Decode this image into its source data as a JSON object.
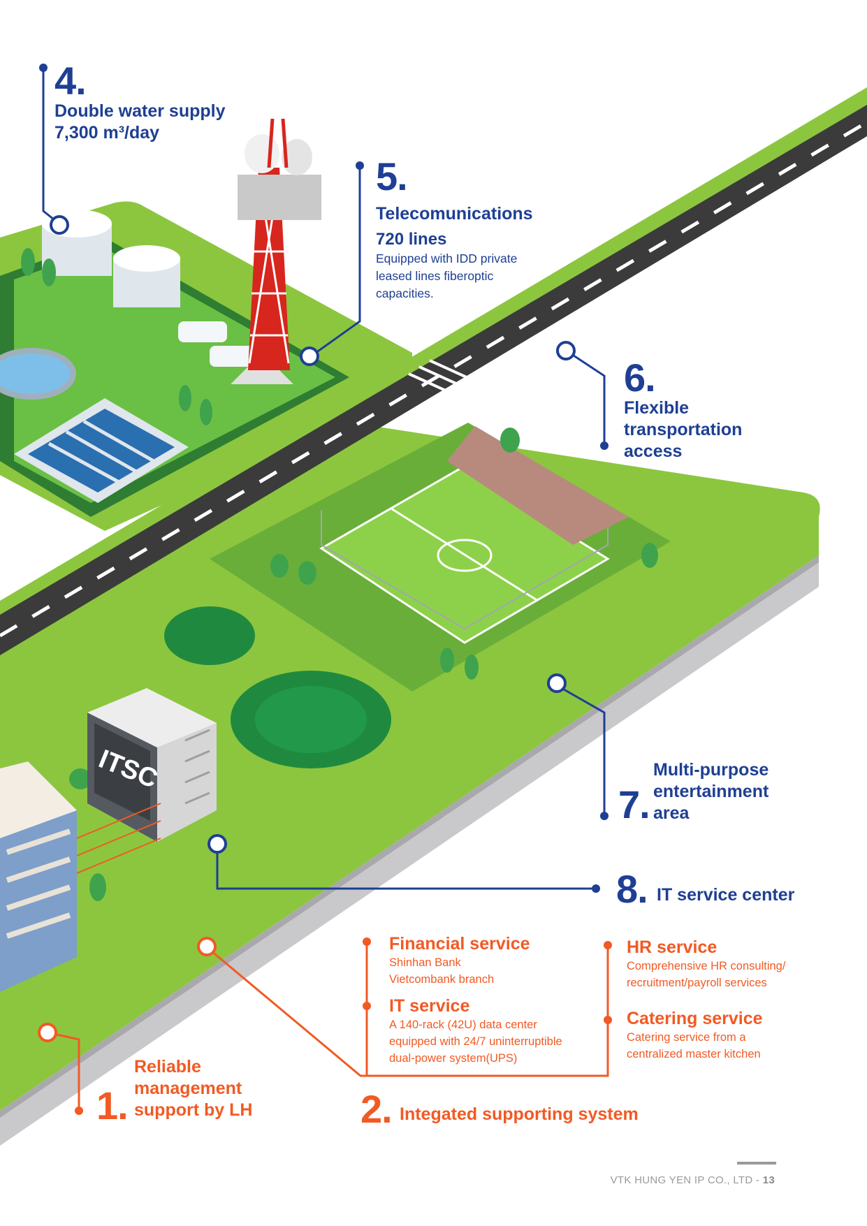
{
  "colors": {
    "blue": "#1e3f93",
    "orange": "#f15a24",
    "grass": "#8cc63f",
    "road": "#3b3b3b"
  },
  "item4": {
    "number": "4.",
    "line1": "Double water supply",
    "line2": "7,300 m³/day"
  },
  "item5": {
    "number": "5.",
    "title": "Telecomunications",
    "subtitle": "720 lines",
    "desc1": "Equipped with IDD private",
    "desc2": "leased lines fiberoptic",
    "desc3": "capacities."
  },
  "item6": {
    "number": "6.",
    "line1": "Flexible",
    "line2": "transportation",
    "line3": "access"
  },
  "item7": {
    "number": "7.",
    "line1": "Multi-purpose",
    "line2": "entertainment",
    "line3": "area"
  },
  "item8": {
    "number": "8.",
    "label": "IT service center"
  },
  "building_sign": "ITSC",
  "item1": {
    "number": "1.",
    "line1": "Reliable",
    "line2": "management",
    "line3": "support by LH"
  },
  "item2": {
    "number": "2.",
    "label": "Integated supporting system"
  },
  "services": {
    "financial": {
      "title": "Financial service",
      "d1": "Shinhan Bank",
      "d2": "Vietcombank branch"
    },
    "it": {
      "title": "IT service",
      "d1": "A 140-rack (42U) data center",
      "d2": "equipped with 24/7 uninterruptible",
      "d3": "dual-power system(UPS)"
    },
    "hr": {
      "title": "HR service",
      "d1": "Comprehensive HR consulting/",
      "d2": "recruitment/payroll services"
    },
    "catering": {
      "title": "Catering service",
      "d1": "Catering service from a",
      "d2": "centralized master kitchen"
    }
  },
  "footer": {
    "company": "VTK HUNG YEN IP CO., LTD - ",
    "page": "13"
  }
}
